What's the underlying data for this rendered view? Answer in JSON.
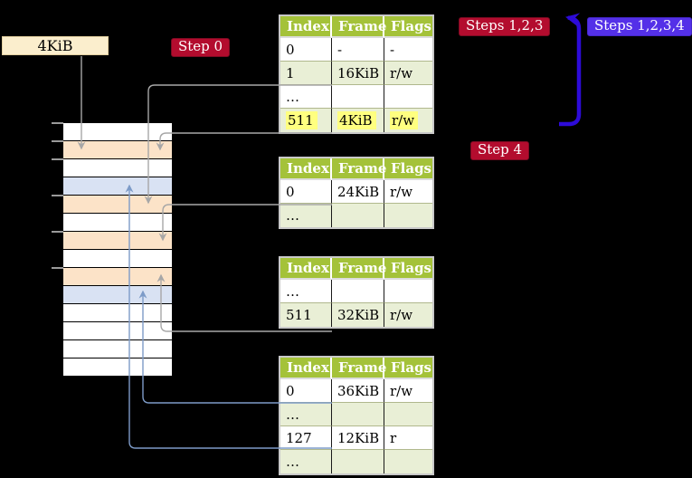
{
  "frame_label": {
    "text": "4KiB"
  },
  "badges": {
    "step0": {
      "text": "Step 0"
    },
    "steps123": {
      "text": "Steps 1,2,3"
    },
    "steps1234": {
      "text": "Steps 1,2,3,4"
    },
    "step4": {
      "text": "Step 4"
    }
  },
  "tables": [
    {
      "name": "page-table-level-4",
      "headers": [
        "Index",
        "Frame",
        "Flags"
      ],
      "rows": [
        {
          "cells": [
            "0",
            "-",
            "-"
          ]
        },
        {
          "cells": [
            "1",
            "16KiB",
            "r/w"
          ]
        },
        {
          "cells": [
            "…",
            "",
            ""
          ]
        },
        {
          "cells": [
            "511",
            "4KiB",
            "r/w"
          ],
          "highlighted": true
        }
      ]
    },
    {
      "name": "page-table-level-3",
      "headers": [
        "Index",
        "Frame",
        "Flags"
      ],
      "rows": [
        {
          "cells": [
            "0",
            "24KiB",
            "r/w"
          ]
        },
        {
          "cells": [
            "…",
            "",
            ""
          ]
        }
      ]
    },
    {
      "name": "page-table-level-2",
      "headers": [
        "Index",
        "Frame",
        "Flags"
      ],
      "rows": [
        {
          "cells": [
            "…",
            "",
            ""
          ]
        },
        {
          "cells": [
            "511",
            "32KiB",
            "r/w"
          ]
        }
      ]
    },
    {
      "name": "page-table-level-1",
      "headers": [
        "Index",
        "Frame",
        "Flags"
      ],
      "rows": [
        {
          "cells": [
            "0",
            "36KiB",
            "r/w"
          ]
        },
        {
          "cells": [
            "…",
            "",
            ""
          ]
        },
        {
          "cells": [
            "127",
            "12KiB",
            "r"
          ]
        },
        {
          "cells": [
            "…",
            "",
            ""
          ]
        }
      ]
    }
  ],
  "memory": {
    "rows": [
      "free",
      "table",
      "free",
      "page",
      "table",
      "free",
      "table",
      "free",
      "table",
      "page",
      "free",
      "free",
      "free",
      "free"
    ],
    "tick_y": [
      136,
      156,
      176,
      216,
      256,
      296
    ]
  },
  "colors": {
    "background": "#000000",
    "table_header_bg": "#a4c239",
    "table_row_alt_bg": "#e9efd6",
    "highlight": "#ffff80",
    "badge_red": "#b30c2e",
    "badge_blue": "#5430e8",
    "frame_label_bg": "#fbeecd",
    "arrow_grey": "#a7a7a7",
    "arrow_blue_thin": "#7d9bc8",
    "arrow_blue_thick": "#2d0bd8",
    "memory_palette": {
      "free": "#ffffff",
      "table": "#fce3c8",
      "page": "#d9e2f3"
    }
  }
}
